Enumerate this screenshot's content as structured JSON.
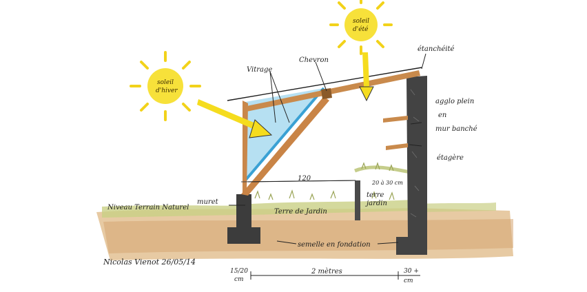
{
  "labels": {
    "soleil_hiver": [
      "soleil",
      "d'hiver"
    ],
    "soleil_ete": [
      "soleil",
      "d'été"
    ],
    "vitrage": "Vitrage",
    "chevron": "Chevron",
    "etancheite": "étanchéité",
    "agglo": [
      "agglo plein",
      "en",
      "mur banché"
    ],
    "etagere": "étagère",
    "niveau_terrain": "Niveau Terrain Naturel",
    "muret": "muret",
    "terre_jardin_left": "Terre de Jardin",
    "terre_jardin_right": [
      "terre",
      "jardin"
    ],
    "semelle": "semelle en fondation",
    "width_inner": "120",
    "width_right": "20 à 30 cm",
    "bottom_left": [
      "15/20",
      "cm"
    ],
    "bottom_center": "2 mètres",
    "bottom_right": [
      "30 +",
      "cm"
    ],
    "signature": "Nicolas Vienot 26/05/14"
  },
  "colors": {
    "sun": "#f5dc1e",
    "wood": "#c9874a",
    "glass": "#6cc3e6",
    "concrete": "#404040",
    "soil": "#d8b07c",
    "grass": "#c8cf82"
  }
}
